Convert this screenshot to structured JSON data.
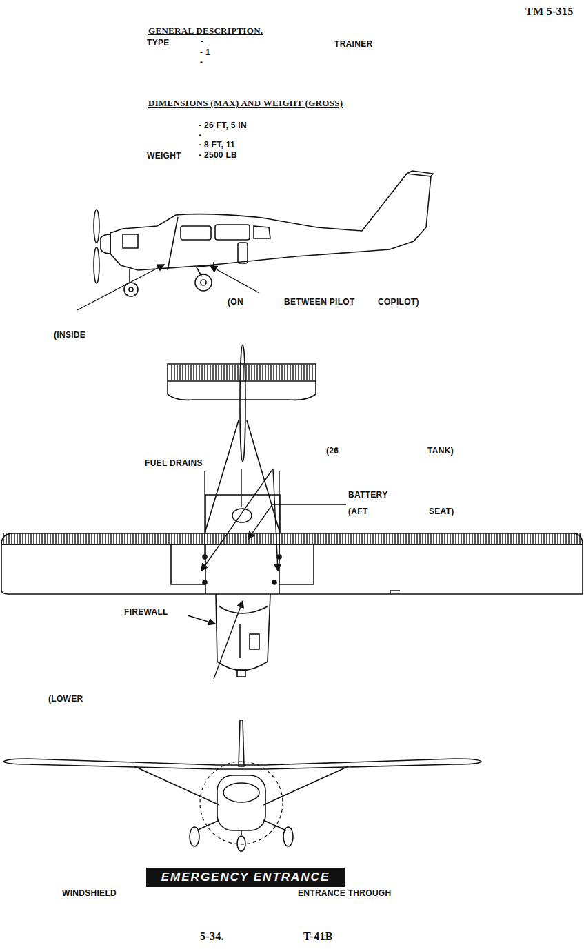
{
  "diagram": {
    "nodes": [
      {
        "text": [
          "EMERGENCY ENTRANCE"
        ]
      }
    ],
    "labels": [
      "TM 5-315",
      "GENERAL DESCRIPTION.",
      "TYPE",
      "-",
      "TRAINER",
      "- 1",
      "-",
      "DIMENSIONS (MAX) AND WEIGHT (GROSS)",
      "- 26 FT, 5 IN",
      "-",
      "- 8 FT, 11",
      "WEIGHT",
      "- 2500 LB",
      "(ON",
      "BETWEEN PILOT",
      "COPILOT)",
      "(INSIDE",
      "(26",
      "TANK)",
      "FUEL DRAINS",
      "BATTERY",
      "(AFT",
      "SEAT)",
      "FIREWALL",
      "(LOWER",
      "WINDSHIELD",
      "ENTRANCE THROUGH",
      "5-34.",
      "T-41B"
    ]
  }
}
